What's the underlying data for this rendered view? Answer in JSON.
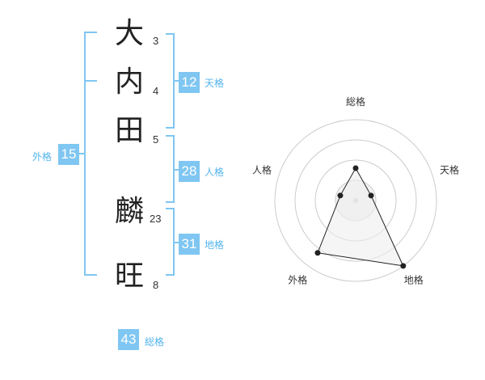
{
  "name": {
    "characters": [
      {
        "char": "大",
        "strokes": "3"
      },
      {
        "char": "内",
        "strokes": "4"
      },
      {
        "char": "田",
        "strokes": "5"
      },
      {
        "char": "麟",
        "strokes": "23"
      },
      {
        "char": "旺",
        "strokes": "8"
      }
    ]
  },
  "fortune": {
    "tenkaku": {
      "value": "12",
      "label": "天格"
    },
    "jinkaku": {
      "value": "28",
      "label": "人格"
    },
    "chikaku": {
      "value": "31",
      "label": "地格"
    },
    "gaikaku": {
      "value": "15",
      "label": "外格"
    },
    "soukaku": {
      "value": "43",
      "label": "総格"
    }
  },
  "colors": {
    "accent": "#7fc6f2",
    "accent_text": "#52b4ec",
    "bracket": "#7fc6f2",
    "ring": "#cccccc",
    "fill": "#eeeeee",
    "line": "#222222"
  },
  "chart_data": {
    "type": "radar",
    "axes": [
      "総格",
      "天格",
      "地格",
      "外格",
      "人格"
    ],
    "values": [
      2,
      1,
      5,
      4,
      1
    ],
    "rlim": [
      0,
      5
    ],
    "rings": 4
  }
}
